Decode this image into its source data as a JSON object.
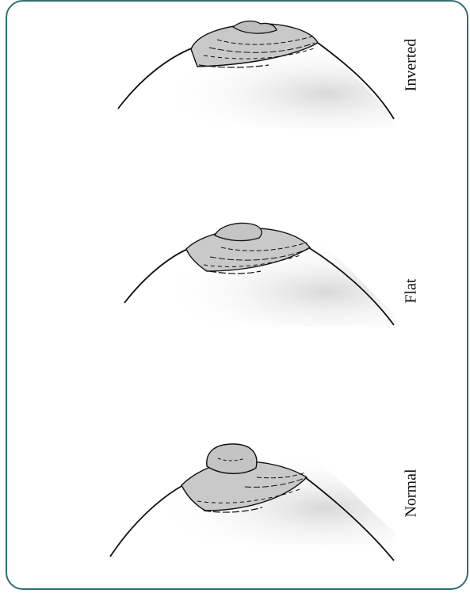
{
  "labels": {
    "inverted": "Inverted",
    "flat": "Flat",
    "normal": "Normal"
  },
  "colors": {
    "border": "#2f6f73",
    "areola": "#c9c9c9",
    "outline": "#111111"
  }
}
